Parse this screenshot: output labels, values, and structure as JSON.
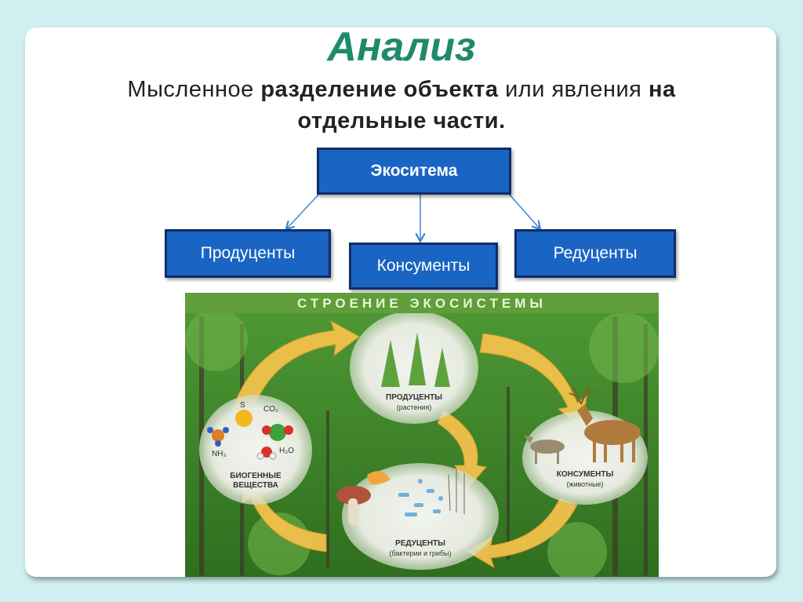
{
  "slide": {
    "title": "Анализ",
    "definition": {
      "part1": "Мысленное ",
      "part2": "разделение объекта",
      "part3": " или явления ",
      "part4": "на",
      "part5": "отдельные части."
    }
  },
  "diagram": {
    "root": "Экоситема",
    "children": [
      "Продуценты",
      "Консументы",
      "Редуценты"
    ]
  },
  "ecosystem_image": {
    "banner": "СТРОЕНИЕ ЭКОСИСТЕМЫ",
    "producers": {
      "title": "ПРОДУЦЕНТЫ",
      "sub": "(растения)"
    },
    "consumers": {
      "title": "КОНСУМЕНТЫ",
      "sub": "(животные)"
    },
    "decomposers": {
      "title": "РЕДУЦЕНТЫ",
      "sub": "(бактерии и грибы)"
    },
    "biogenic": {
      "line1": "БИОГЕННЫЕ",
      "line2": "ВЕЩЕСТВА"
    },
    "chem": {
      "s": "S",
      "co2": "CO₂",
      "nh3": "NH₃",
      "h2o": "H₂O"
    }
  },
  "colors": {
    "title": "#1f8a6b",
    "box_fill": "#1a64c4",
    "box_border": "#0e2e66",
    "arrow": "#f2c14b",
    "forest": "#3f8a2c"
  }
}
